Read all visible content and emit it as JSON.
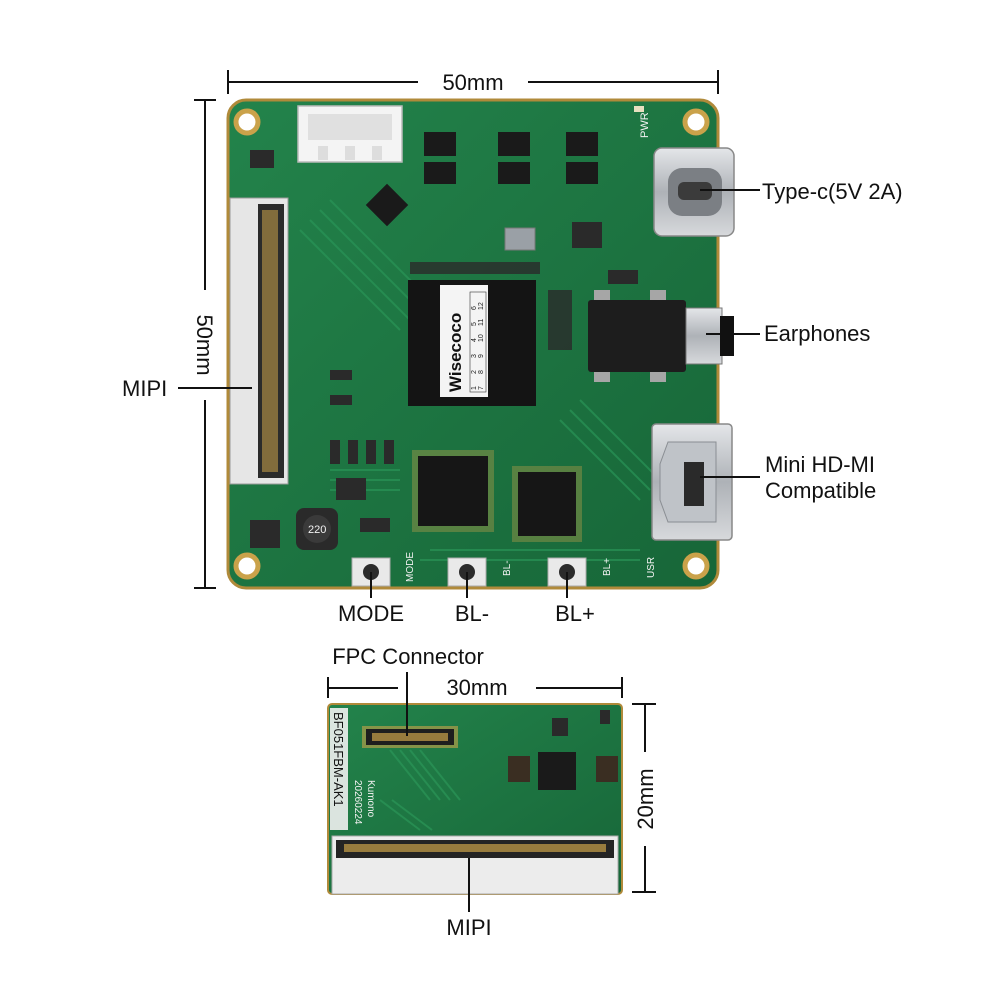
{
  "main_board": {
    "width_label": "50mm",
    "height_label": "50mm",
    "chip_brand": "Wisecoco",
    "chip_grid": [
      "1",
      "2",
      "3",
      "4",
      "5",
      "6",
      "7",
      "8",
      "9",
      "10",
      "11",
      "12"
    ],
    "silkscreen": {
      "pwr": "PWR",
      "mode": "MODE",
      "bl_minus": "BL-",
      "bl_plus": "BL+",
      "usr": "USR",
      "inductor": "220"
    },
    "callouts": {
      "typec": "Type-c(5V 2A)",
      "earphones": "Earphones",
      "hdmi_line1": "Mini HD-MI",
      "hdmi_line2": "Compatible",
      "mipi": "MIPI",
      "mode": "MODE",
      "bl_minus": "BL-",
      "bl_plus": "BL+"
    }
  },
  "adapter_board": {
    "width_label": "30mm",
    "height_label": "20mm",
    "fpc_label": "FPC Connector",
    "mipi_label": "MIPI",
    "silkscreen": {
      "model": "BF051FBM-AK1",
      "maker": "Kumono",
      "date": "20260224"
    }
  },
  "colors": {
    "pcb": "#1f7a45",
    "pcb_dark": "#15602f",
    "ic": "#1a1a1a",
    "metal": "#c9ccd0",
    "gold": "#caa24a",
    "connector_white": "#e8e8e8"
  }
}
